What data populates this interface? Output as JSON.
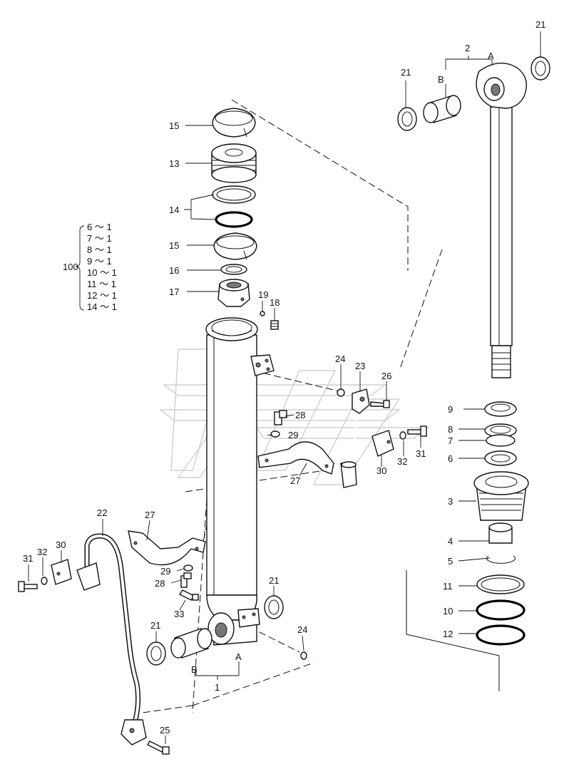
{
  "kit": {
    "number": "100",
    "entries": [
      "6 ～ 1",
      "7 ～ 1",
      "8 ～ 1",
      "9 ～ 1",
      "10 ～ 1",
      "11 ～ 1",
      "12 ～ 1",
      "14 ～ 1"
    ]
  },
  "labels": {
    "p1": "1",
    "p2": "2",
    "p3": "3",
    "p4": "4",
    "p5": "5",
    "p6": "6",
    "p7": "7",
    "p8": "8",
    "p9": "9",
    "p10": "10",
    "p11": "11",
    "p12": "12",
    "p13": "13",
    "p14": "14",
    "p15a": "15",
    "p15b": "15",
    "p16": "16",
    "p17": "17",
    "p18": "18",
    "p19": "19",
    "p21a": "21",
    "p21b": "21",
    "p21c": "21",
    "p21d": "21",
    "p22": "22",
    "p23": "23",
    "p24a": "24",
    "p24b": "24",
    "p25": "25",
    "p26": "26",
    "p27a": "27",
    "p27b": "27",
    "p28a": "28",
    "p28b": "28",
    "p29a": "29",
    "p29b": "29",
    "p30a": "30",
    "p30b": "30",
    "p31a": "31",
    "p31b": "31",
    "p32a": "32",
    "p32b": "32",
    "p33": "33",
    "rodA": "A",
    "rodB": "B",
    "tubeA": "A",
    "tubeB": "B"
  }
}
